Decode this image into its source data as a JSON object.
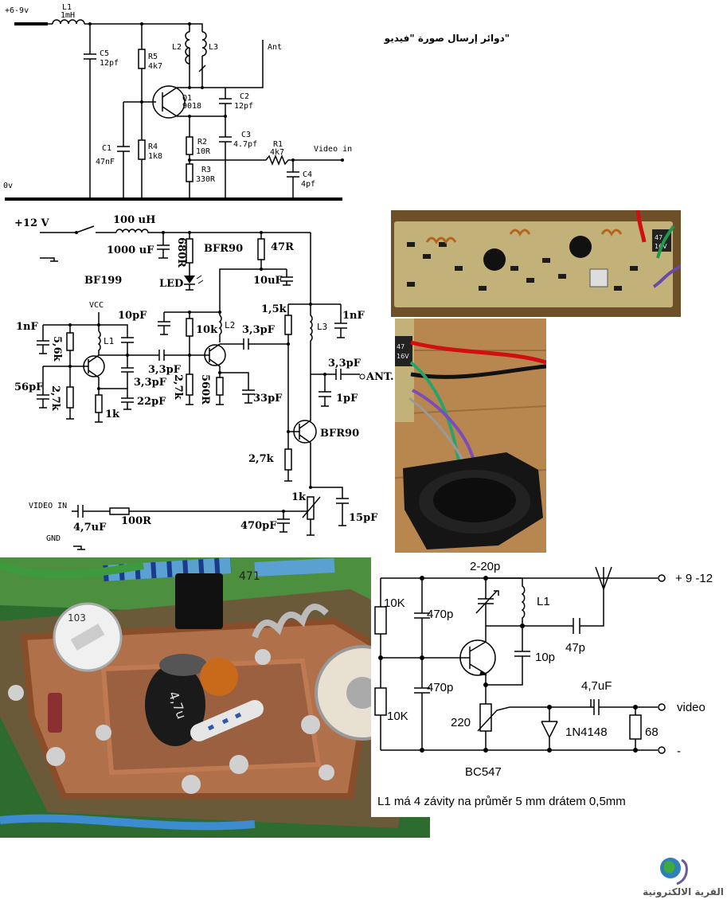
{
  "title_arabic": "دوائر إرسال صورة \"فيديو\"",
  "circuit1": {
    "supply": "+6-9v",
    "ground": "0v",
    "antenna": "Ant",
    "video_in": "Video in",
    "parts": {
      "L1_name": "L1",
      "L1_val": "1mH",
      "L2": "L2",
      "L3": "L3",
      "C5_name": "C5",
      "C5_val": "12pf",
      "R5_name": "R5",
      "R5_val": "4k7",
      "Q1_name": "Q1",
      "Q1_val": "9018",
      "C2_name": "C2",
      "C2_val": "12pf",
      "C3_name": "C3",
      "C3_val": "4.7pf",
      "C1_name": "C1",
      "C1_val": "47nF",
      "R4_name": "R4",
      "R4_val": "1k8",
      "R2_name": "R2",
      "R2_val": "10R",
      "R3_name": "R3",
      "R3_val": "330R",
      "R1_name": "R1",
      "R1_val": "4k7",
      "C4_name": "C4",
      "C4_val": "4pf"
    }
  },
  "circuit2": {
    "supply": "+12 V",
    "vcc": "VCC",
    "ant": "ANT.",
    "video_in": "VIDEO IN",
    "gnd": "GND",
    "parts": {
      "ind100": "100 uH",
      "c1000": "1000 uF",
      "r680": "680R",
      "bfr90_top": "BFR90",
      "r47": "47R",
      "bf199": "BF199",
      "led": "LED",
      "c10uf": "10uF",
      "c1n_left": "1nF",
      "c10p": "10pF",
      "r56k": "5,6k",
      "l1": "L1",
      "c56p": "56pF",
      "r27k_left": "2,7k",
      "c33p_a": "3,3pF",
      "c33p_b": "3,3pF",
      "c22p": "22pF",
      "r1k": "1k",
      "r10k": "10k",
      "l2": "L2",
      "c33p_c": "3,3pF",
      "r27k_mid": "2,7k",
      "r560": "560R",
      "c33p_big": "33pF",
      "r15k": "1,5k",
      "l3": "L3",
      "c1n_right": "1nF",
      "c33p_ant": "3,3pF",
      "c1p": "1pF",
      "bfr90_bot": "BFR90",
      "r27k_bot": "2,7k",
      "pot1k": "1k",
      "c47uf": "4,7uF",
      "r100": "100R",
      "c470p": "470pF",
      "c15p": "15pF"
    }
  },
  "photo_board": {
    "cap_label_a": "47",
    "cap_label_b": "16V"
  },
  "photo_wires": {
    "cap_label_a": "47",
    "cap_label_b": "16V"
  },
  "photo_closeup": {
    "resistor_code": "471"
  },
  "circuit3": {
    "trimmer": "2-20p",
    "supply": "+ 9 -12",
    "r10k_top": "10K",
    "c470p_top": "470p",
    "l1": "L1",
    "c47p": "47p",
    "c10p": "10p",
    "c470p_bot": "470p",
    "r10k_bot": "10K",
    "c47uf": "4,7uF",
    "video": "video",
    "r220": "220",
    "diode": "1N4148",
    "r68": "68",
    "minus": "-",
    "transistor": "BC547",
    "note": "L1 má 4 závity na průměr 5 mm drátem 0,5mm"
  },
  "logo_text": "القرية الالكترونية"
}
